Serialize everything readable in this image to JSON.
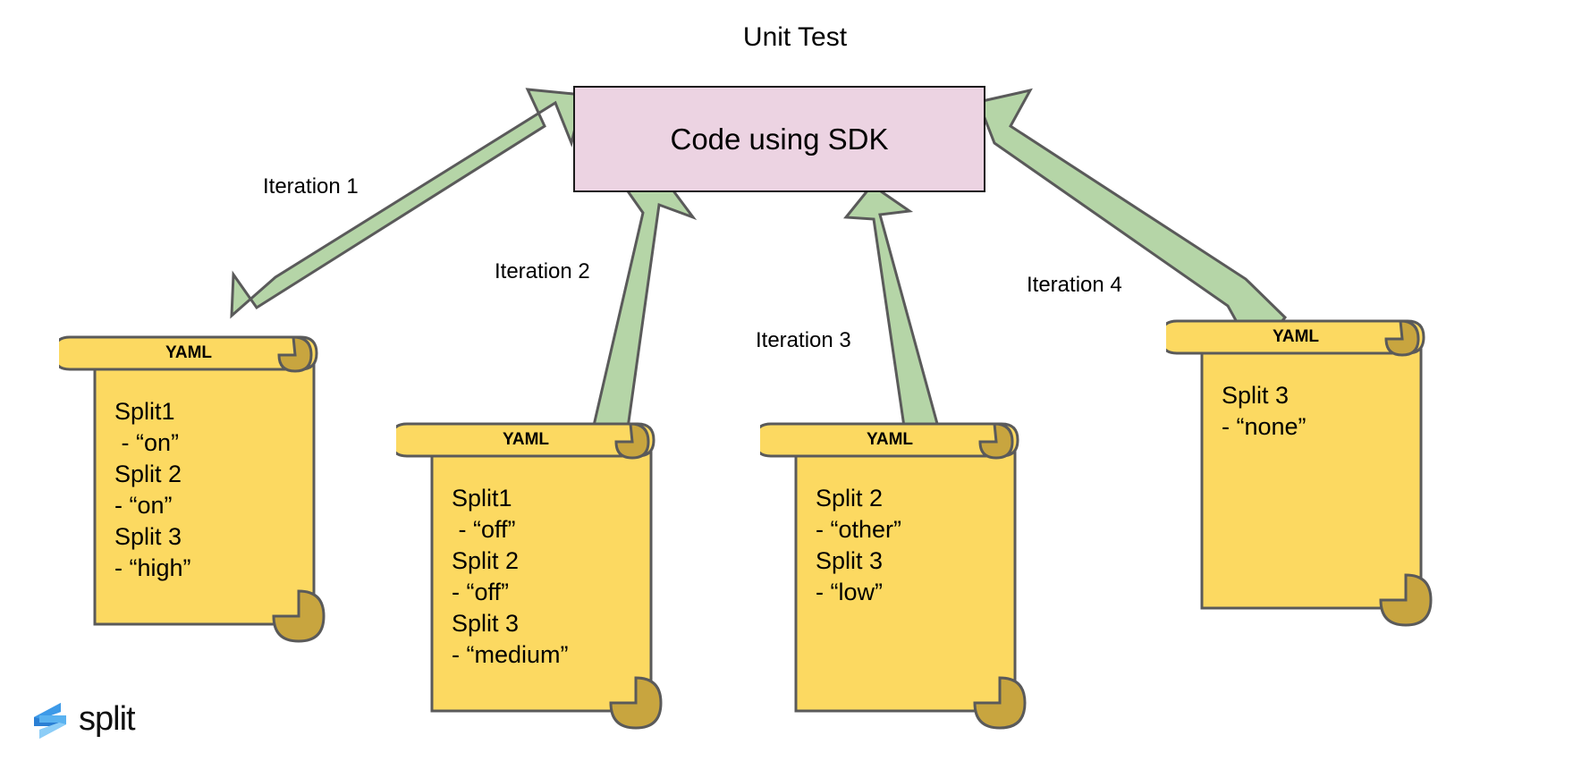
{
  "diagram": {
    "title": "Unit Test",
    "center_node": {
      "label": "Code using SDK",
      "fill": "#ecd3e2",
      "stroke": "#1a1a1a"
    },
    "arrow_style": {
      "fill": "#b5d5a7",
      "stroke": "#5a5a5a",
      "direction": "scroll-to-center"
    },
    "edges": [
      {
        "label": "Iteration 1",
        "from": "yaml-scroll-1",
        "to": "code-using-sdk"
      },
      {
        "label": "Iteration 2",
        "from": "yaml-scroll-2",
        "to": "code-using-sdk"
      },
      {
        "label": "Iteration 3",
        "from": "yaml-scroll-3",
        "to": "code-using-sdk"
      },
      {
        "label": "Iteration 4",
        "from": "yaml-scroll-4",
        "to": "code-using-sdk"
      }
    ],
    "scroll_style": {
      "fill": "#fcd961",
      "curl_fill": "#c8a53f",
      "stroke": "#5a5a5a"
    },
    "scrolls": [
      {
        "tag": "YAML",
        "lines": [
          "Split1",
          " - “on”",
          "Split 2",
          "- “on”",
          "Split 3",
          "- “high”"
        ]
      },
      {
        "tag": "YAML",
        "lines": [
          "Split1",
          " - “off”",
          "Split 2",
          "- “off”",
          "Split 3",
          "- “medium”"
        ]
      },
      {
        "tag": "YAML",
        "lines": [
          "Split 2",
          "- “other”",
          "Split 3",
          "- “low”"
        ]
      },
      {
        "tag": "YAML",
        "lines": [
          "Split 3",
          "- “none”"
        ]
      }
    ]
  },
  "branding": {
    "wordmark": "split",
    "mark_colors": {
      "dark": "#2b7fd4",
      "light": "#5ab2f0",
      "mid": "#3d9ae8"
    }
  }
}
